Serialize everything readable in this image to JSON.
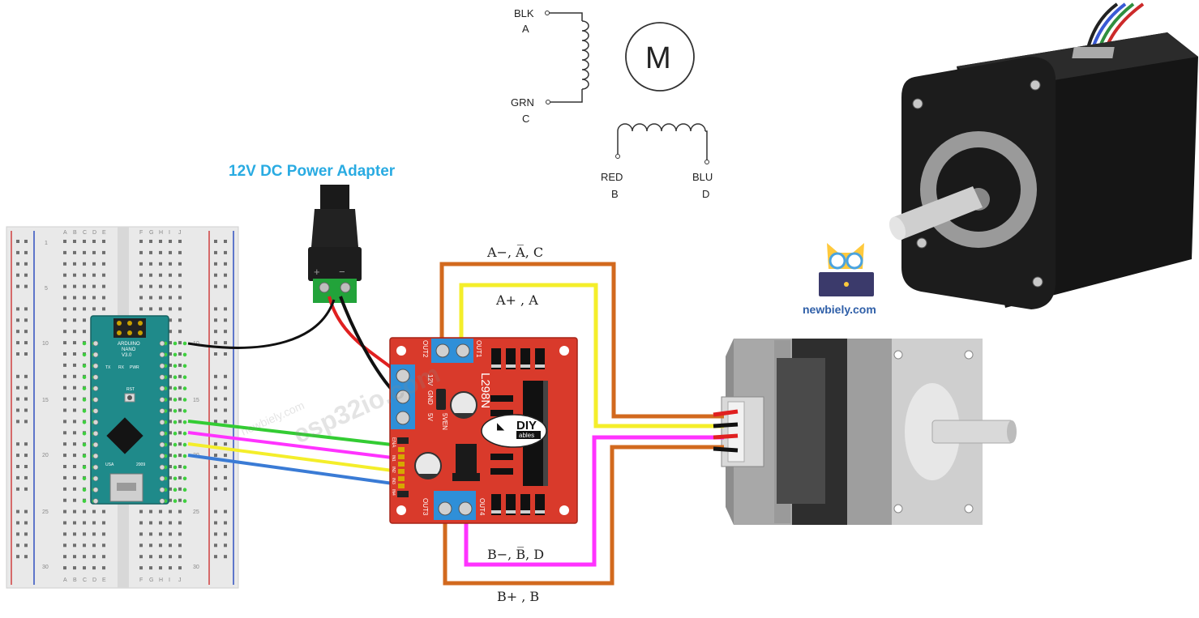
{
  "colors": {
    "title_blue": "#29abe2",
    "wire_orange": "#d2691e",
    "wire_yellow": "#f4ee2a",
    "wire_magenta": "#ff33ff",
    "wire_green": "#33cc33",
    "wire_blue": "#3a7bd5",
    "wire_red": "#e02020",
    "board_red": "#d93a2b",
    "nano_teal": "#1f8a8a"
  },
  "power": {
    "title": "12V DC Power Adapter",
    "plus_sign": "+",
    "minus_sign": "−"
  },
  "schematic": {
    "blk_label": "BLK",
    "a_label": "A",
    "grn_label": "GRN",
    "c_label": "C",
    "red_label": "RED",
    "b_label": "B",
    "blu_label": "BLU",
    "d_label": "D",
    "motor_symbol": "M"
  },
  "wires": {
    "a_minus": "A−, A̅, C",
    "a_plus": "A+ , A",
    "b_minus": "B−, B̅, D",
    "b_plus": "B+ , B"
  },
  "driver": {
    "model": "L298N",
    "brand": "DIY",
    "brand_sub": "ables",
    "out1": "OUT1",
    "out2": "OUT2",
    "out3": "OUT3",
    "out4": "OUT4",
    "v12": "12V",
    "gnd": "GND",
    "v5": "5V",
    "v5en": "5VEN",
    "ena": "ENA",
    "enb": "ENB",
    "in1": "IN1",
    "in2": "IN2",
    "in3": "IN3",
    "in4": "IN4"
  },
  "nano": {
    "title": "ARDUINO",
    "subtitle": "NANO",
    "version": "V3.0",
    "usa": "USA",
    "year": "2009",
    "rst": "RST",
    "tx": "TX",
    "rx": "RX",
    "pwr": "PWR"
  },
  "breadboard": {
    "columns": [
      "A",
      "B",
      "C",
      "D",
      "E",
      "F",
      "G",
      "H",
      "I",
      "J"
    ],
    "rows": [
      "1",
      "5",
      "10",
      "15",
      "20",
      "25",
      "30"
    ]
  },
  "brand": {
    "newbiely": "newbiely.com",
    "watermark": "esp32io.com",
    "watermark_small": "newbiely.com"
  }
}
